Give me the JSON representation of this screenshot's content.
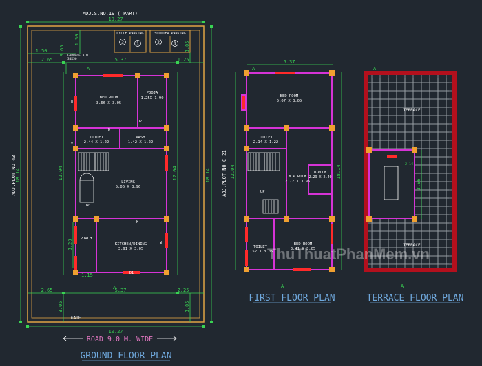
{
  "colors": {
    "background": "#212830",
    "dimension": "#39d353",
    "wall": "#d633d6",
    "plot": "#e1a444",
    "column": "#f0a030",
    "window": "#ff2a2a",
    "text": "#ffffff",
    "title": "#6fa8dc",
    "terrace": "#b3101d",
    "grid": "#9aa0a6"
  },
  "ground": {
    "adj_top": "ADJ.S.NO.19  ( PART)",
    "adj_left": "ADJ.PLOT  NO  43",
    "parking_cycle": "CYCLE PARKING",
    "parking_scooter": "SCOOTER PARKING",
    "parking_nums": [
      "2",
      "1",
      "2",
      "1"
    ],
    "garbage": "GARBAGE BIN",
    "garbage_size": "30X50",
    "dim_top_total": "10.27",
    "dim_top_left": "1.50",
    "dim_top_center": "5.37",
    "dim_left_outer": "2.65",
    "dim_right_outer": "1.25",
    "dim_left_height": "12.04",
    "dim_right_height": "12.04",
    "dim_total_height": "18.14",
    "dim_right_top": "3.05",
    "dim_left_top": "3.65",
    "dim_top_col": "1.50",
    "dim_bottom_total": "10.27",
    "dim_bottom_center": "5.37",
    "dim_bottom_left": "2.65",
    "dim_bottom_right": "2.25",
    "dim_bottom_left_h": "3.05",
    "dim_bottom_right_h": "3.05",
    "dim_porch_h": "3.20",
    "dim_porch_w": "1.15",
    "rooms": [
      {
        "name": "BED ROOM",
        "size": "3.66 X 3.05"
      },
      {
        "name": "POOJA",
        "size": "1.25X 1.90"
      },
      {
        "name": "TOILET",
        "size": "2.44 X 1.22"
      },
      {
        "name": "WASH",
        "size": "1.42 X 1.22"
      },
      {
        "name": "LIVING",
        "size": "5.06 X 3.96"
      },
      {
        "name": "PORCH",
        "size": ""
      },
      {
        "name": "KITCHEN/DINING",
        "size": "3.91 X 3.05"
      }
    ],
    "marks": {
      "a": "A",
      "up": "UP",
      "w": "W",
      "v": "V",
      "d": "D",
      "d1": "D1",
      "d2": "D2",
      "k": "K"
    },
    "gate": "GATE",
    "road": "ROAD  9.0  M.  WIDE",
    "title": "GROUND FLOOR PLAN"
  },
  "first": {
    "adj_right": "ADJ.PLOT  NO C 21",
    "dim_top": "5.37",
    "dim_left": "12.04",
    "dim_right": "18.14",
    "rooms": [
      {
        "name": "BED ROOM",
        "size": "5.07 X 3.05"
      },
      {
        "name": "TOILET",
        "size": "2.14 X 1.22"
      },
      {
        "name": "M.P.ROOM",
        "size": "2.72 X 3.96"
      },
      {
        "name": "D-ROOM",
        "size": "2.29 X 2.40"
      },
      {
        "name": "TOILET",
        "size": "1.52 X 3.05"
      },
      {
        "name": "BED ROOM",
        "size": "3.41 X 3.05"
      }
    ],
    "title": "FIRST FLOOR PLAN"
  },
  "terrace": {
    "label_top": "TERRACE",
    "label_bottom": "TERRACE",
    "dim_stair": "3.96",
    "dim_top": "2.14",
    "title": "TERRACE FLOOR PLAN"
  },
  "watermark": "ThuThuatPhanMem.vn"
}
